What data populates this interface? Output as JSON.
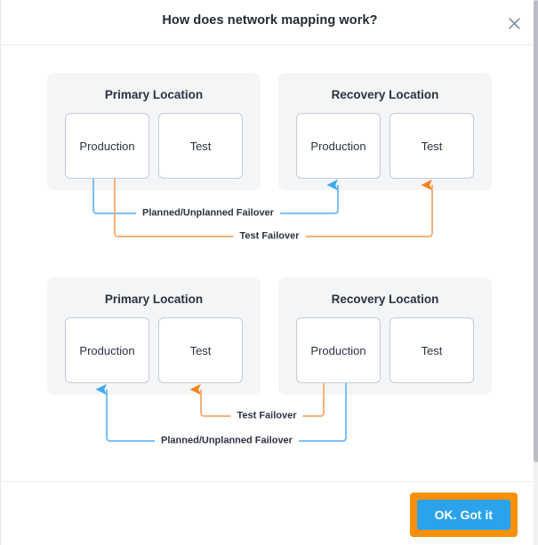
{
  "header": {
    "title": "How does network mapping work?",
    "close_icon": "close-icon"
  },
  "diagram": {
    "rows": [
      {
        "id": "row-failover",
        "panels": [
          {
            "id": "primary",
            "title": "Primary Location",
            "nodes": [
              "Production",
              "Test"
            ]
          },
          {
            "id": "recovery",
            "title": "Recovery Location",
            "nodes": [
              "Production",
              "Test"
            ]
          }
        ],
        "connections": [
          {
            "id": "planned-unplanned-failover",
            "label": "Planned/Unplanned Failover",
            "color": "#79c0f2",
            "from": "primary-production",
            "to": "recovery-production"
          },
          {
            "id": "test-failover",
            "label": "Test Failover",
            "color": "#f7b178",
            "from": "primary-production",
            "to": "recovery-test"
          }
        ]
      },
      {
        "id": "row-failback",
        "panels": [
          {
            "id": "primary",
            "title": "Primary Location",
            "nodes": [
              "Production",
              "Test"
            ]
          },
          {
            "id": "recovery",
            "title": "Recovery Location",
            "nodes": [
              "Production",
              "Test"
            ]
          }
        ],
        "connections": [
          {
            "id": "test-failover-back",
            "label": "Test Failover",
            "color": "#f7b178",
            "from": "recovery-production",
            "to": "primary-test"
          },
          {
            "id": "planned-unplanned-failover-back",
            "label": "Planned/Unplanned Failover",
            "color": "#79c0f2",
            "from": "recovery-production",
            "to": "primary-production"
          }
        ]
      }
    ]
  },
  "footer": {
    "ok_label": "OK. Got it"
  },
  "colors": {
    "accent_blue": "#2aa3ec",
    "focus_orange": "#f79009",
    "wire_blue": "#79c0f2",
    "wire_orange": "#f7b178",
    "panel_bg": "#f4f5f7"
  }
}
